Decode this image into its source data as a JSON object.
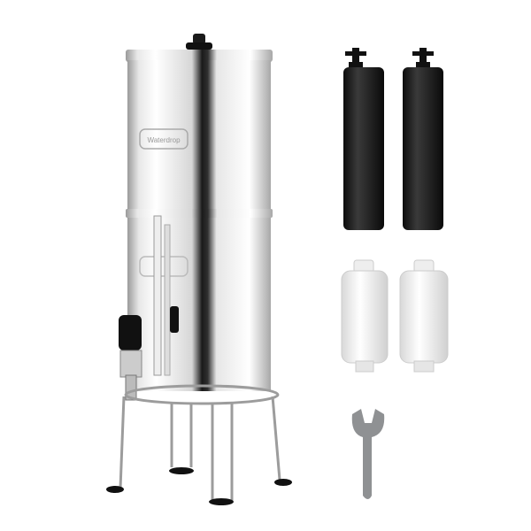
{
  "product": {
    "brand_logo": "Waterdrop",
    "components": [
      "stainless-steel-gravity-filter",
      "black-filter-elements",
      "white-fluoride-filters",
      "wrench"
    ]
  },
  "colors": {
    "steel_light": "#f4f4f4",
    "steel_dark": "#1a1a1a",
    "filter_black": "#161616",
    "filter_white": "#f2f2f2",
    "wrench": "#8f9193"
  }
}
